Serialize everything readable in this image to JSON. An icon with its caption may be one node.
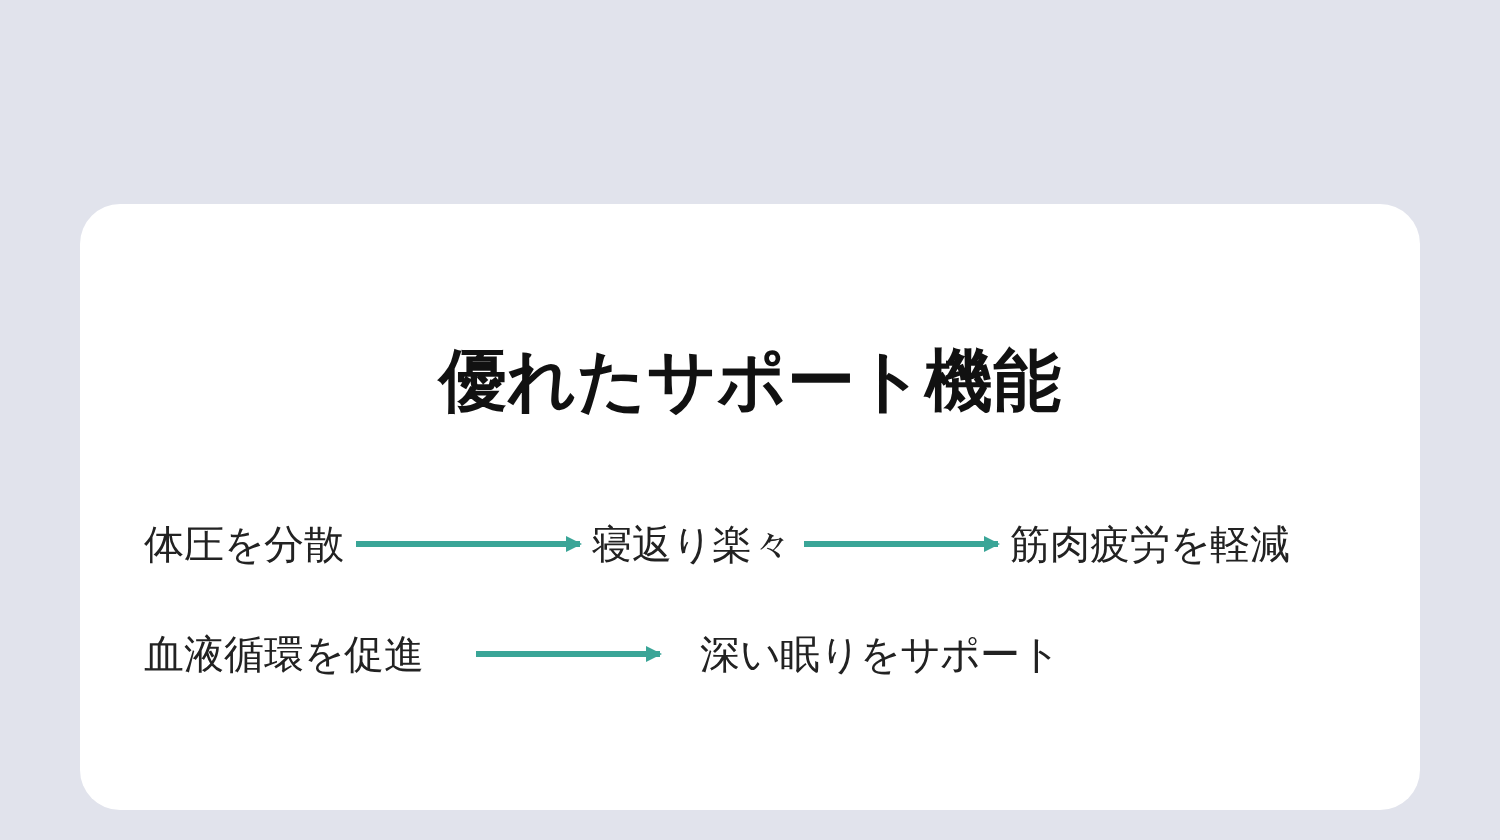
{
  "diagram": {
    "title": "優れたサポート機能",
    "nodes": [
      {
        "text": [
          "体圧を分散"
        ]
      },
      {
        "text": [
          "寝返り楽々"
        ]
      },
      {
        "text": [
          "筋肉疲労を軽減"
        ]
      },
      {
        "text": [
          "血液循環を促進"
        ]
      },
      {
        "text": [
          "深い眠りをサポート"
        ]
      }
    ],
    "edges": [
      {
        "from": 0,
        "to": 1,
        "arrow": "to"
      },
      {
        "from": 1,
        "to": 2,
        "arrow": "to"
      },
      {
        "from": 3,
        "to": 4,
        "arrow": "to"
      }
    ]
  }
}
